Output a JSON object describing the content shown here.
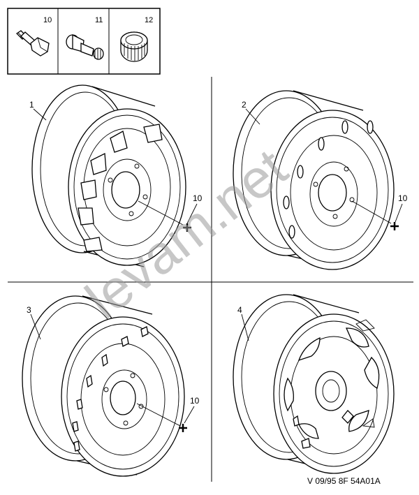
{
  "parts_box": {
    "items": [
      {
        "number": "10",
        "icon": "wheel-bolt-icon"
      },
      {
        "number": "11",
        "icon": "locking-bolt-icon"
      },
      {
        "number": "12",
        "icon": "locking-key-icon"
      }
    ]
  },
  "wheels": [
    {
      "label": "1",
      "bolt_label": "10",
      "icon": "steel-wheel-trapezoid-vents-icon"
    },
    {
      "label": "2",
      "bolt_label": "10",
      "icon": "steel-wheel-slotted-icon"
    },
    {
      "label": "3",
      "bolt_label": "10",
      "icon": "steel-wheel-small-vents-icon"
    },
    {
      "label": "4",
      "icon": "wheel-with-trim-icon"
    }
  ],
  "watermark": "levam.net",
  "footer": {
    "reference": "V 09/95 8F 54A01A"
  }
}
